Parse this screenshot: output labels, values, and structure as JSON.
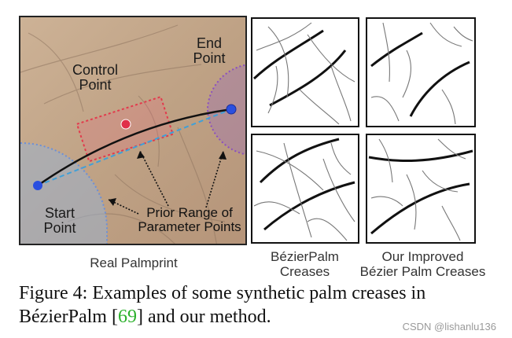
{
  "palm_panel": {
    "labels": {
      "control_point": "Control\nPoint",
      "end_point": "End\nPoint",
      "start_point": "Start\nPoint",
      "prior_range": "Prior Range of\nParameter Points"
    },
    "colors": {
      "palm_skin": "#bfa287",
      "control_point": "#e0304a",
      "endpoints": "#2a4fe0",
      "prior_dash": "#e23a4c",
      "start_region": "#9ab0cc",
      "end_region": "#9e70b6",
      "baseline": "#3fa0d8"
    }
  },
  "sub_captions": {
    "real": "Real Palmprint",
    "bezier": "BézierPalm\nCreases",
    "improved": "Our Improved\nBézier Palm Creases"
  },
  "caption": {
    "prefix": "Figure 4:  Examples of some synthetic palm creases in BézierPalm [",
    "ref": "69",
    "suffix": "] and our method."
  },
  "watermark": "CSDN @lishanlu136"
}
